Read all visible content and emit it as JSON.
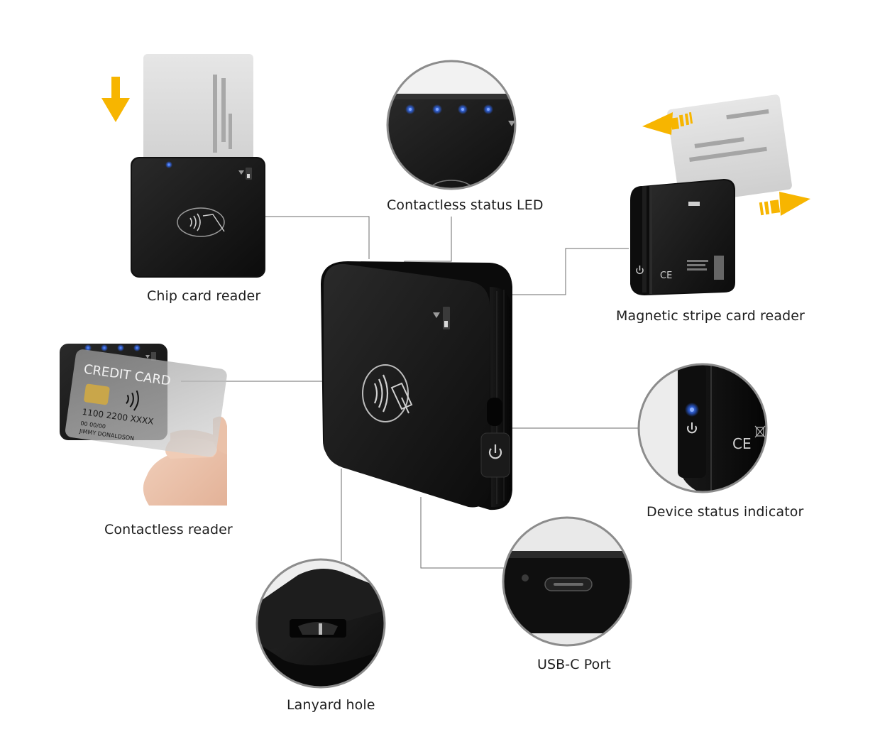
{
  "labels": {
    "chip_reader": "Chip card reader",
    "contactless_led": "Contactless status LED",
    "magnetic_reader": "Magnetic stripe card reader",
    "contactless_reader": "Contactless reader",
    "status_indicator": "Device status indicator",
    "usb_port": "USB-C Port",
    "lanyard_hole": "Lanyard hole"
  },
  "card_text": {
    "credit_card_title": "CREDIT CARD",
    "credit_card_number": "1100  2200  XXXX",
    "credit_card_dates": "00 00/00",
    "credit_card_name": "JIMMY DONALDSON"
  },
  "colors": {
    "device": "#161616",
    "led_blue": "#2f6bff",
    "arrow_yellow": "#f7b500",
    "leader_line": "#6b6b6b",
    "circle_border": "#8c8c8c"
  },
  "icons": {
    "contactless": "contactless-icon",
    "power": "power-icon",
    "ce_mark": "ce-mark-icon",
    "usb_c": "usb-c-icon"
  }
}
